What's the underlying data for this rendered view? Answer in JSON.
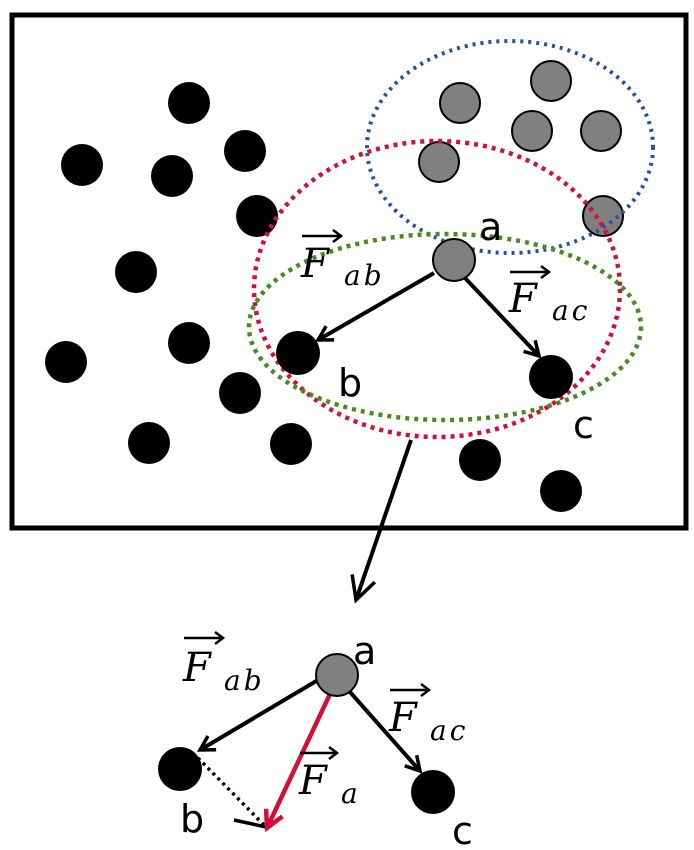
{
  "labels": {
    "a": "a",
    "b": "b",
    "c": "c",
    "F": "F",
    "sub_ab": "ab",
    "sub_ac": "ac",
    "sub_a": "a"
  },
  "colors": {
    "black_node": "#000000",
    "gray_node": "#808080",
    "blue_neighborhood": "#2850a0",
    "red_neighborhood": "#d0103a",
    "green_neighborhood": "#4a8a22",
    "resultant_force": "#d0103a"
  }
}
